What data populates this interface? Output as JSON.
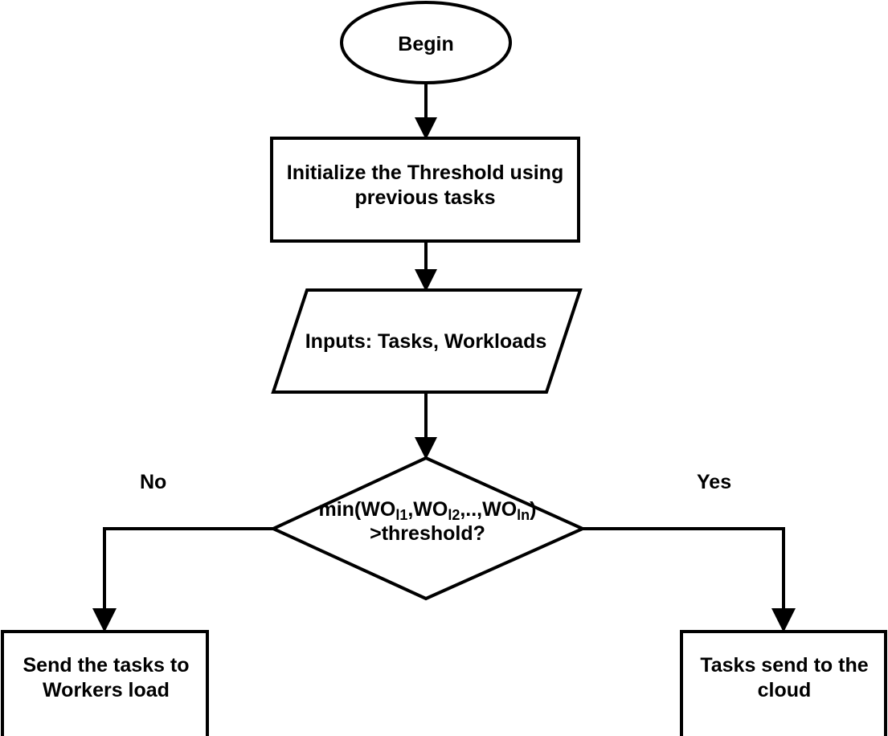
{
  "diagram": {
    "type": "flowchart",
    "title": "Task offloading threshold decision flowchart",
    "background_color": "#ffffff",
    "stroke_color": "#000000",
    "nodes": {
      "begin": {
        "shape": "ellipse",
        "label": "Begin"
      },
      "initialize": {
        "shape": "rectangle",
        "label": "Initialize the Threshold using previous tasks"
      },
      "inputs": {
        "shape": "parallelogram",
        "label": "Inputs: Tasks, Workloads"
      },
      "decision": {
        "shape": "diamond",
        "line1_prefix": "min(WO",
        "line1_sub1": "l1",
        "line1_mid1": ",WO",
        "line1_sub2": "l2",
        "line1_mid2": ",..,WO",
        "line1_sub3": "ln",
        "line1_suffix": ")",
        "line2": ">threshold?",
        "plain_label": "min(WOl1,WOl2,..,WOln) >threshold?"
      },
      "workers": {
        "shape": "rectangle",
        "label": "Send the tasks to Workers load"
      },
      "cloud": {
        "shape": "rectangle",
        "label": "Tasks send to the cloud"
      }
    },
    "edges": {
      "begin_to_initialize": {
        "label": ""
      },
      "initialize_to_inputs": {
        "label": ""
      },
      "inputs_to_decision": {
        "label": ""
      },
      "decision_to_workers": {
        "label": "No"
      },
      "decision_to_cloud": {
        "label": "Yes"
      }
    }
  }
}
